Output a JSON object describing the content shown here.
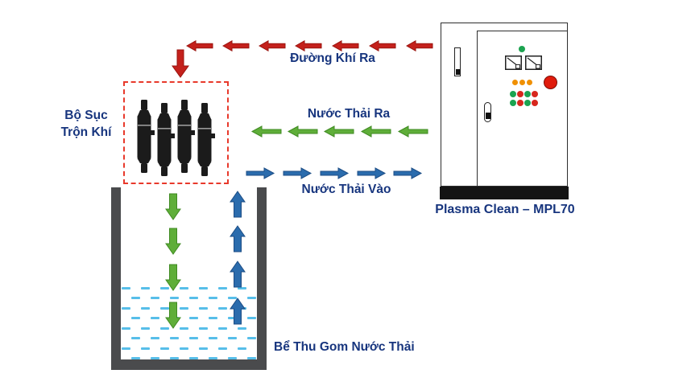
{
  "labels": {
    "air_out": "Đường Khí Ra",
    "water_out": "Nước Thải Ra",
    "water_in": "Nước Thải Vào",
    "aerator": "Bộ Sục\nTrộn Khí",
    "tank": "Bể Thu Gom Nước Thải",
    "cabinet": "Plasma Clean – MPL70"
  },
  "colors": {
    "air_line_red": "#c4211c",
    "water_out_green": "#5fae39",
    "water_in_blue": "#2b6cad",
    "label_navy": "#17357e",
    "aerator_box_border": "#e8392b",
    "tank_wall_gray": "#4a4b4d",
    "water_dash_blue": "#57bee9",
    "cabinet_base_black": "#141414"
  },
  "flows": [
    {
      "name": "air-out",
      "label": "Đường Khí Ra",
      "color": "#c4211c",
      "path": "cabinet → aerator unit",
      "horizontal_arrows": 7,
      "down_arrows": 1
    },
    {
      "name": "water-out",
      "label": "Nước Thải Ra",
      "color": "#5fae39",
      "path": "cabinet → aerator unit",
      "horizontal_arrows": 5
    },
    {
      "name": "water-in",
      "label": "Nước Thải Vào",
      "color": "#2b6cad",
      "path": "aerator unit → cabinet",
      "horizontal_arrows": 5
    },
    {
      "name": "aerator-to-tank",
      "color": "#5fae39",
      "down_arrows": 4
    },
    {
      "name": "tank-to-aerator",
      "color": "#2b6cad",
      "up_arrows": 4
    }
  ],
  "aerator": {
    "label": "Bộ Sục\nTrộn Khí",
    "nozzle_count": 4,
    "box_style": "red dashed"
  },
  "tank": {
    "label": "Bể Thu Gom Nước Thải",
    "water_shown": true
  },
  "cabinet": {
    "label": "Plasma Clean – MPL70",
    "indicators": {
      "power_light": "green",
      "gauge_count": 2,
      "orange_lights": 3,
      "emergency_button": "red",
      "button_grid_rows": [
        [
          "green",
          "red",
          "green",
          "red"
        ],
        [
          "green",
          "red",
          "green",
          "red"
        ]
      ]
    }
  }
}
